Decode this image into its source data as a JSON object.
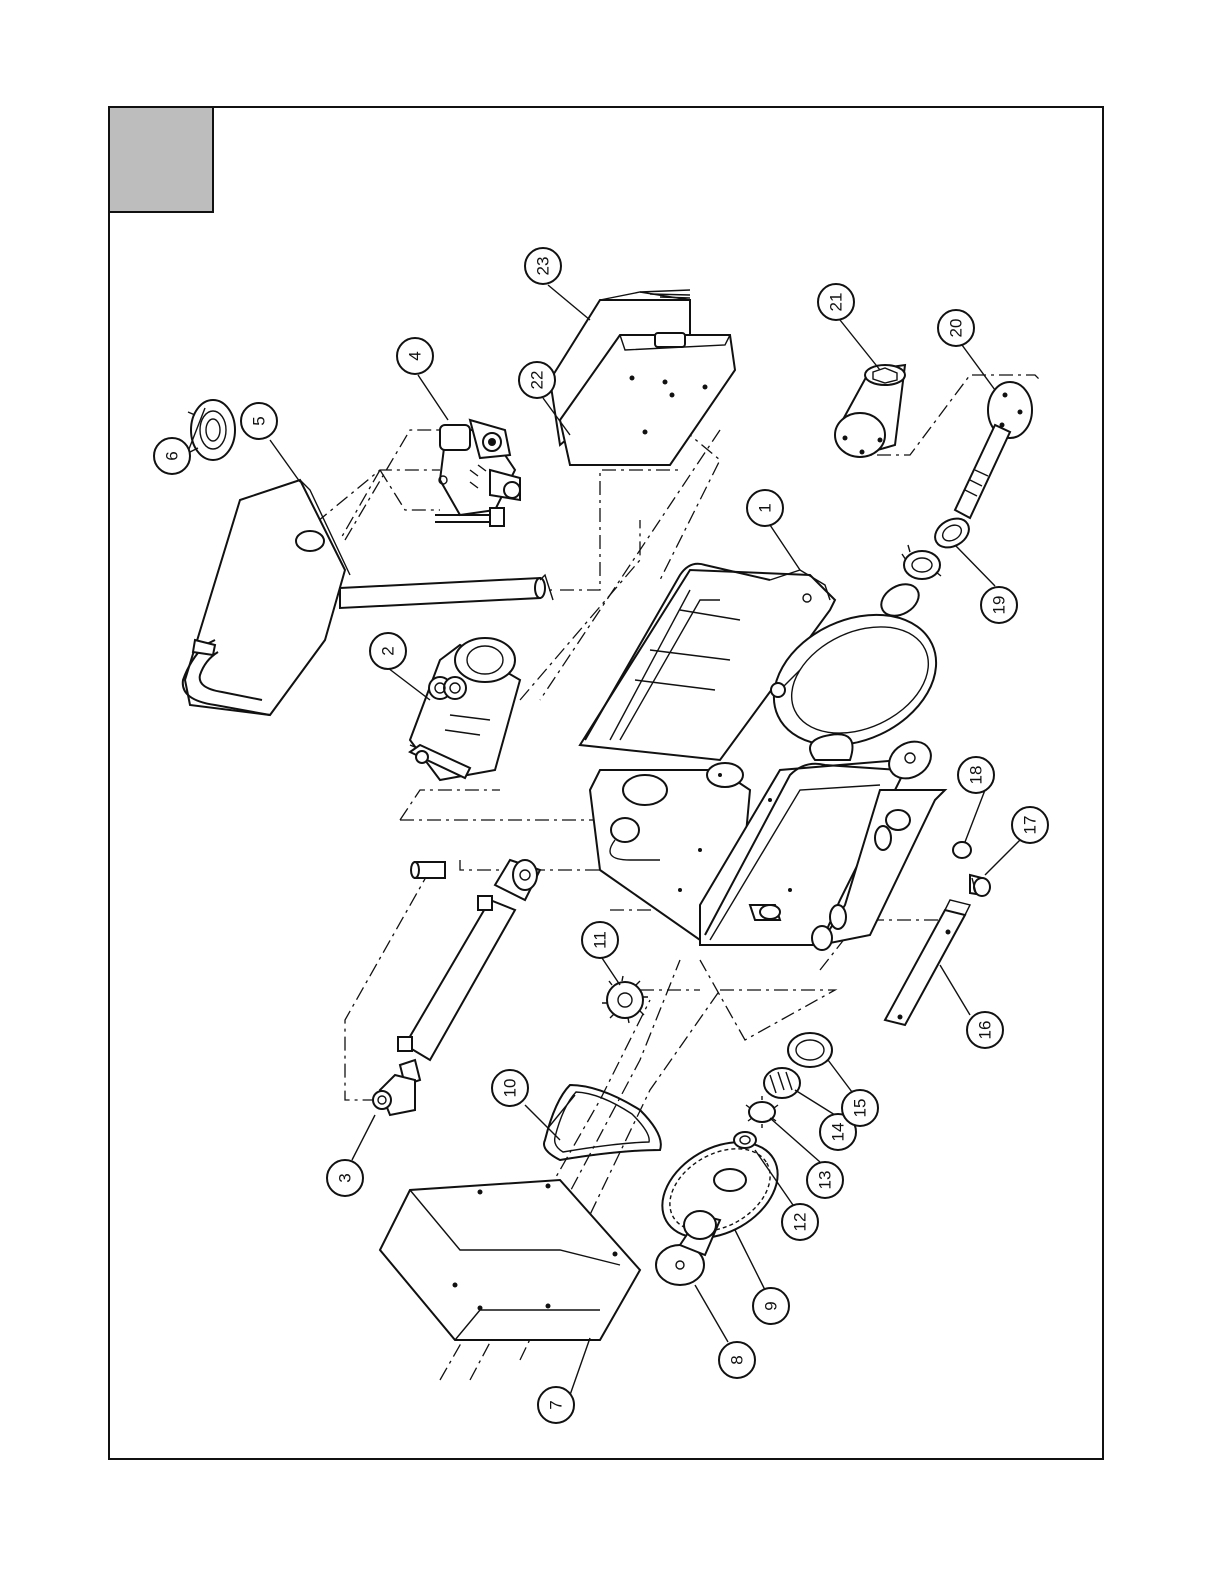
{
  "diagram": {
    "part_callouts": [
      "1",
      "2",
      "3",
      "4",
      "5",
      "6",
      "7",
      "8",
      "9",
      "10",
      "11",
      "12",
      "13",
      "14",
      "15",
      "16",
      "17",
      "18",
      "19",
      "20",
      "21",
      "22",
      "23"
    ]
  }
}
